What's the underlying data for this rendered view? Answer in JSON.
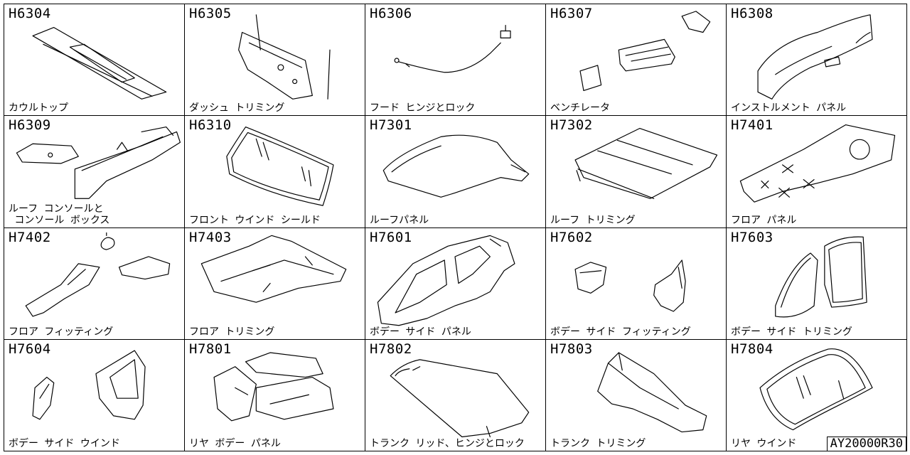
{
  "sections": [
    {
      "code": "H6304",
      "name": "カウルトップ",
      "icon": "cowl-top"
    },
    {
      "code": "H6305",
      "name": "ダッシュ トリミング",
      "icon": "dash-panel"
    },
    {
      "code": "H6306",
      "name": "フード ヒンジとロック",
      "icon": "hood-cable"
    },
    {
      "code": "H6307",
      "name": "ベンチレータ",
      "icon": "ventilator"
    },
    {
      "code": "H6308",
      "name": "インストルメント パネル",
      "icon": "instrument-panel"
    },
    {
      "code": "H6309",
      "name": "ルーフ コンソールと\n コンソール ボックス",
      "icon": "console"
    },
    {
      "code": "H6310",
      "name": "フロント ウインド シールド",
      "icon": "windshield"
    },
    {
      "code": "H7301",
      "name": "ルーフパネル",
      "icon": "roof-panel"
    },
    {
      "code": "H7302",
      "name": "ルーフ トリミング",
      "icon": "roof-trim"
    },
    {
      "code": "H7401",
      "name": "フロア パネル",
      "icon": "floor-panel"
    },
    {
      "code": "H7402",
      "name": "フロア フィッティング",
      "icon": "floor-fitting"
    },
    {
      "code": "H7403",
      "name": "フロア トリミング",
      "icon": "floor-trim"
    },
    {
      "code": "H7601",
      "name": "ボデー サイド パネル",
      "icon": "body-side-panel"
    },
    {
      "code": "H7602",
      "name": "ボデー サイド フィッティング",
      "icon": "body-side-fitting"
    },
    {
      "code": "H7603",
      "name": "ボデー サイド トリミング",
      "icon": "body-side-trim"
    },
    {
      "code": "H7604",
      "name": "ボデー サイド ウインド",
      "icon": "side-window"
    },
    {
      "code": "H7801",
      "name": "リヤ ボデー パネル",
      "icon": "rear-body"
    },
    {
      "code": "H7802",
      "name": "トランク リッド、ヒンジとロック",
      "icon": "trunk-lid"
    },
    {
      "code": "H7803",
      "name": "トランク トリミング",
      "icon": "trunk-trim"
    },
    {
      "code": "H7804",
      "name": "リヤ ウインド",
      "icon": "rear-window"
    }
  ],
  "reference_code": "AY20000R30"
}
